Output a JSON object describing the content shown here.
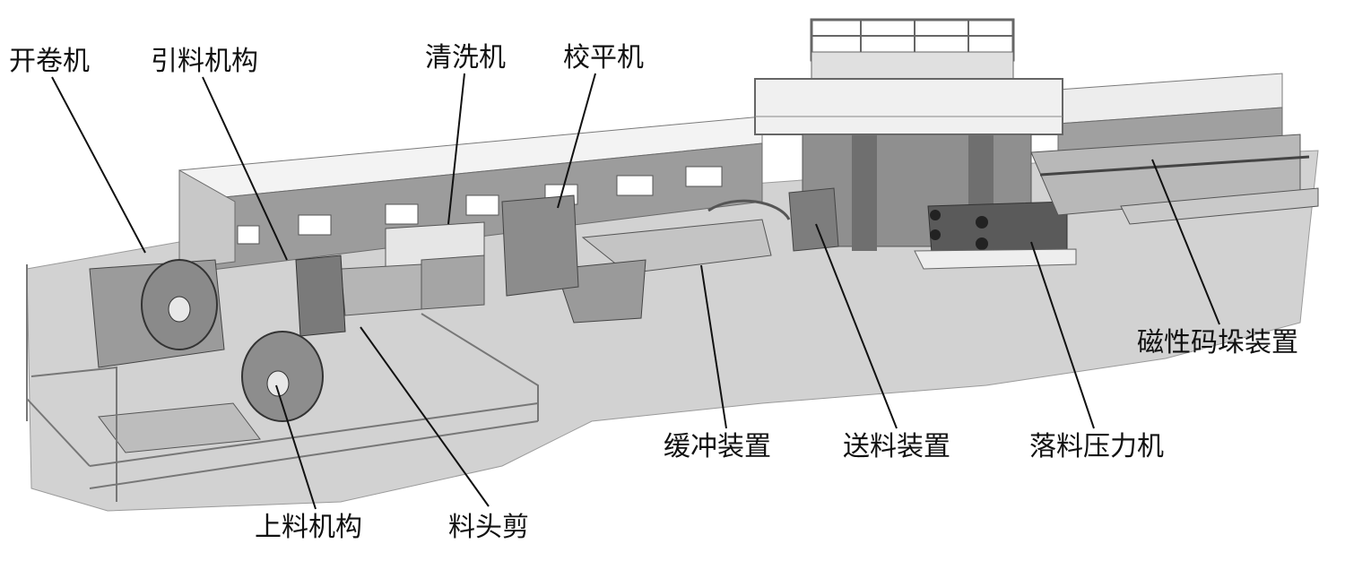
{
  "labels": {
    "decoiler": "开卷机",
    "threading": "引料机构",
    "washer": "清洗机",
    "leveler": "校平机",
    "loading": "上料机构",
    "head_shear": "料头剪",
    "buffer": "缓冲装置",
    "feeder": "送料装置",
    "blanking_press": "落料压力机",
    "magnetic_stacker": "磁性码垛装置"
  }
}
